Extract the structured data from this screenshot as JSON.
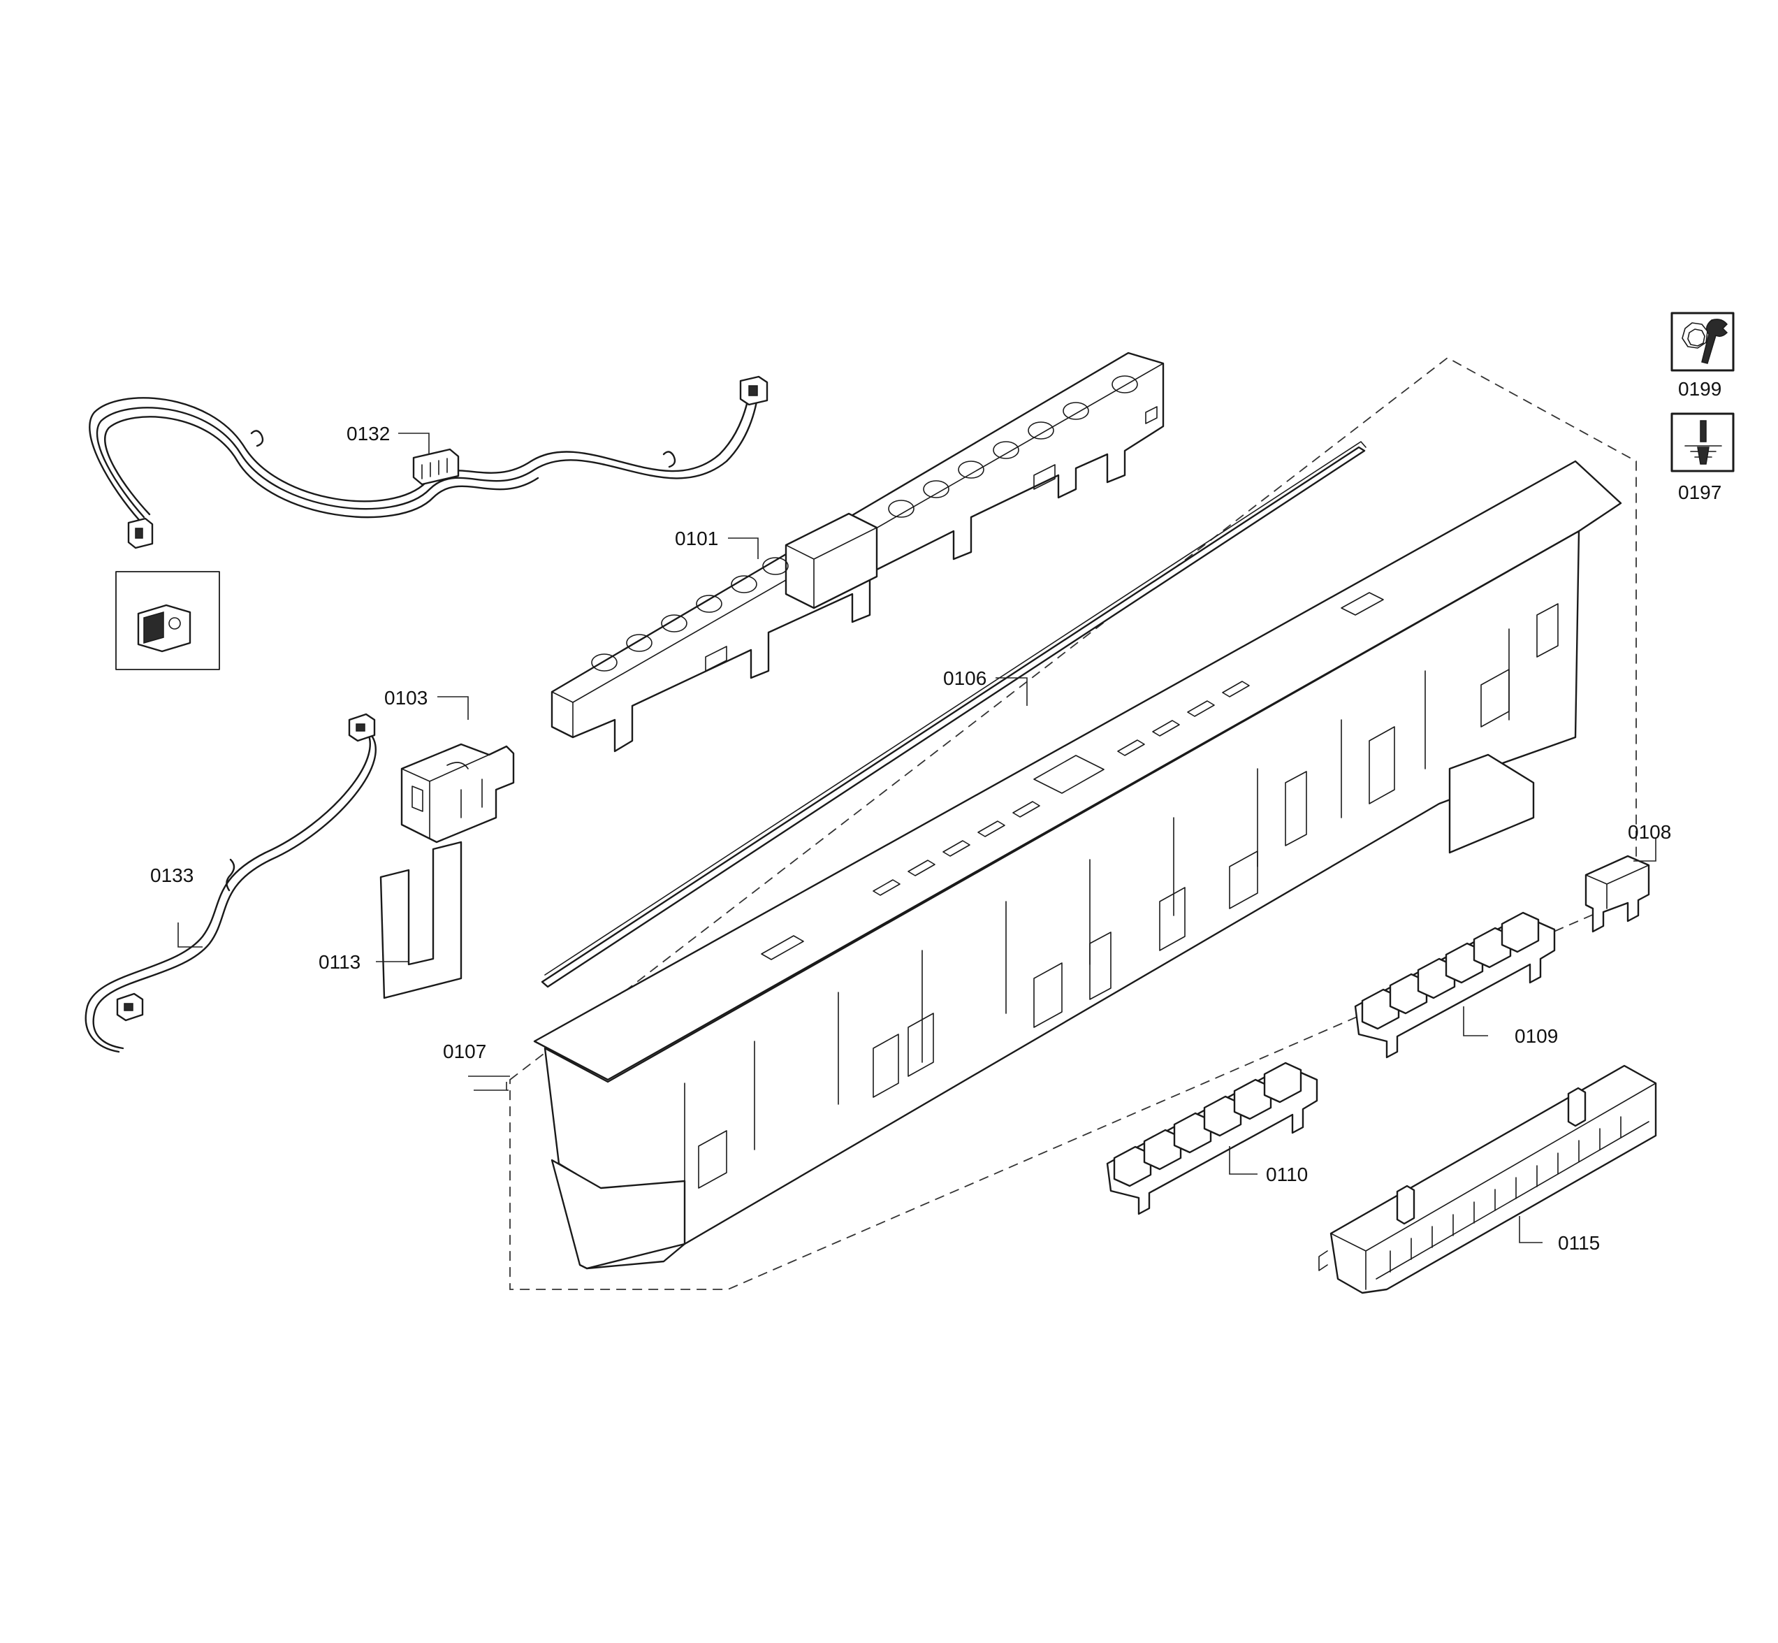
{
  "diagram": {
    "parts": [
      {
        "id": "p0101",
        "label": "0101"
      },
      {
        "id": "p0103",
        "label": "0103"
      },
      {
        "id": "p0106",
        "label": "0106"
      },
      {
        "id": "p0107",
        "label": "0107"
      },
      {
        "id": "p0108",
        "label": "0108"
      },
      {
        "id": "p0109",
        "label": "0109"
      },
      {
        "id": "p0110",
        "label": "0110"
      },
      {
        "id": "p0113",
        "label": "0113"
      },
      {
        "id": "p0115",
        "label": "0115"
      },
      {
        "id": "p0132",
        "label": "0132"
      },
      {
        "id": "p0133",
        "label": "0133"
      },
      {
        "id": "p0197",
        "label": "0197"
      },
      {
        "id": "p0199",
        "label": "0199"
      }
    ],
    "icons": {
      "p0199": "wrench-service-icon",
      "p0197": "screw-install-icon"
    },
    "colors": {
      "line": "#1a1a1a",
      "background": "#ffffff"
    }
  }
}
